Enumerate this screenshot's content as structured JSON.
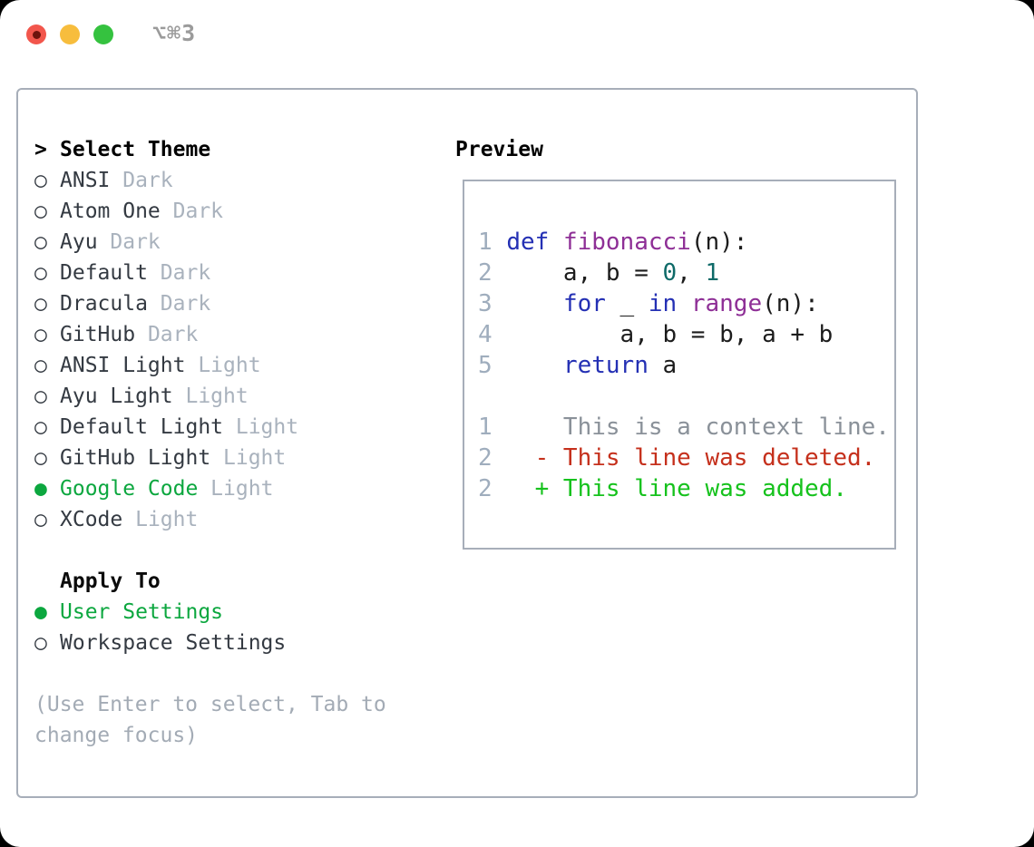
{
  "window": {
    "title": "⌥⌘3"
  },
  "icons": {
    "radio_on": "●",
    "radio_off": "○",
    "cursor": ">"
  },
  "theme_picker": {
    "header": "Select Theme",
    "themes": [
      {
        "name": "ANSI",
        "variant": "Dark",
        "selected": false
      },
      {
        "name": "Atom One",
        "variant": "Dark",
        "selected": false
      },
      {
        "name": "Ayu",
        "variant": "Dark",
        "selected": false
      },
      {
        "name": "Default",
        "variant": "Dark",
        "selected": false
      },
      {
        "name": "Dracula",
        "variant": "Dark",
        "selected": false
      },
      {
        "name": "GitHub",
        "variant": "Dark",
        "selected": false
      },
      {
        "name": "ANSI Light",
        "variant": "Light",
        "selected": false
      },
      {
        "name": "Ayu Light",
        "variant": "Light",
        "selected": false
      },
      {
        "name": "Default Light",
        "variant": "Light",
        "selected": false
      },
      {
        "name": "GitHub Light",
        "variant": "Light",
        "selected": false
      },
      {
        "name": "Google Code",
        "variant": "Light",
        "selected": true
      },
      {
        "name": "XCode",
        "variant": "Light",
        "selected": false
      }
    ],
    "apply_to": {
      "header": "Apply To",
      "options": [
        {
          "label": "User Settings",
          "selected": true
        },
        {
          "label": "Workspace Settings",
          "selected": false
        }
      ]
    },
    "help_lines": [
      "(Use Enter to select, Tab to",
      "change focus)"
    ]
  },
  "preview": {
    "header": "Preview",
    "code_lines": [
      {
        "num": "1",
        "tokens": [
          [
            "kw",
            "def"
          ],
          [
            "plain",
            " "
          ],
          [
            "fn",
            "fibonacci"
          ],
          [
            "plain",
            "(n):"
          ]
        ]
      },
      {
        "num": "2",
        "tokens": [
          [
            "plain",
            "    a, b = "
          ],
          [
            "lit",
            "0"
          ],
          [
            "plain",
            ", "
          ],
          [
            "lit",
            "1"
          ]
        ]
      },
      {
        "num": "3",
        "tokens": [
          [
            "plain",
            "    "
          ],
          [
            "kw",
            "for"
          ],
          [
            "plain",
            " _ "
          ],
          [
            "kw",
            "in"
          ],
          [
            "plain",
            " "
          ],
          [
            "fn",
            "range"
          ],
          [
            "plain",
            "(n):"
          ]
        ]
      },
      {
        "num": "4",
        "tokens": [
          [
            "plain",
            "        a, b = b, a + b"
          ]
        ]
      },
      {
        "num": "5",
        "tokens": [
          [
            "plain",
            "    "
          ],
          [
            "kw",
            "return"
          ],
          [
            "plain",
            " a"
          ]
        ]
      },
      {
        "num": "",
        "tokens": []
      },
      {
        "num": "1",
        "tokens": [
          [
            "ctx",
            "    This is a context line."
          ]
        ]
      },
      {
        "num": "2",
        "tokens": [
          [
            "del",
            "  - This line was deleted."
          ]
        ]
      },
      {
        "num": "2",
        "tokens": [
          [
            "add",
            "  + This line was added."
          ]
        ]
      }
    ]
  },
  "colors": {
    "selected_green": "#0ca73f",
    "diff_added_green": "#16c21d",
    "diff_removed_red": "#c5301c",
    "diff_context_gray": "#8a9199",
    "keyword_blue": "#2430b4",
    "function_purple": "#8e2f96",
    "literal_teal": "#0e6a68",
    "line_number_gray": "#9fadbd",
    "muted_variant_gray": "#a9b2bd",
    "panel_border_gray": "#a7aeb9",
    "traffic_red": "#f2564c",
    "traffic_yellow": "#f7bd3d",
    "traffic_green": "#35c23f"
  }
}
